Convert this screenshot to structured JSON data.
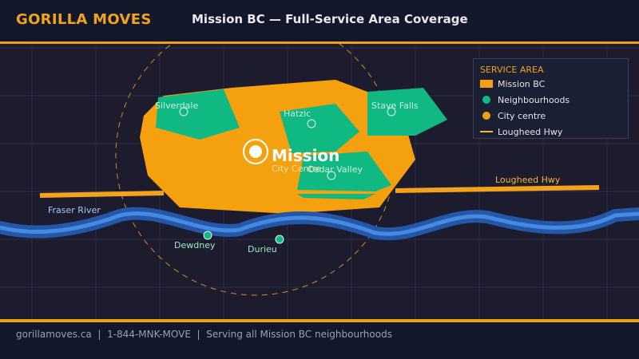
{
  "header": {
    "brand": "GORILLA MOVES",
    "title": "Mission BC — Full-Service Area Coverage"
  },
  "map": {
    "neighbourhoods": [
      {
        "name": "Silverdale"
      },
      {
        "name": "Hatzic"
      },
      {
        "name": "Stave Falls"
      },
      {
        "name": "Cedar Valley"
      },
      {
        "name": "Dewdney"
      },
      {
        "name": "Durieu"
      }
    ],
    "city": {
      "name": "Mission",
      "label": "City Centre"
    },
    "river": {
      "name": "Fraser River"
    },
    "highway": {
      "name": "Lougheed Hwy"
    }
  },
  "legend": {
    "title": "SERVICE AREA",
    "items": [
      {
        "label": "Mission BC",
        "swatch": "area",
        "color": "#f5a00e"
      },
      {
        "label": "Neighbourhoods",
        "swatch": "dot",
        "color": "#10b981"
      },
      {
        "label": "City centre",
        "swatch": "dot",
        "color": "#f5a00e"
      },
      {
        "label": "Lougheed Hwy",
        "swatch": "line",
        "color": "#f3b536"
      }
    ]
  },
  "footer": {
    "text": "gorillamoves.ca  |  1-844-MNK-MOVE  |  Serving all Mission BC neighbourhoods"
  },
  "colors": {
    "accent": "#f3a21c",
    "service_area": "#f5a00e",
    "neighbourhood": "#10b981",
    "river": "#2f6fd0",
    "background": "#1c1c2e"
  }
}
